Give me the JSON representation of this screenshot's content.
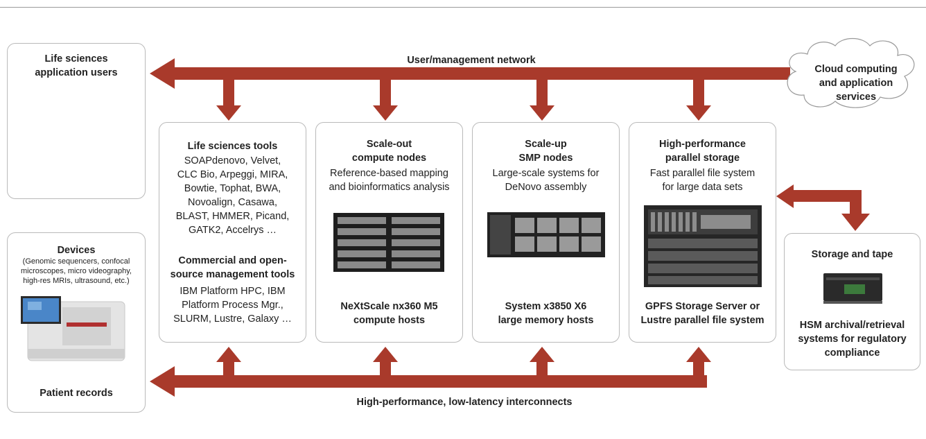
{
  "network_top_label": "User/management network",
  "network_bottom_label": "High-performance, low-latency interconnects",
  "cloud_label": [
    "Cloud computing",
    "and application",
    "services"
  ],
  "users_box": {
    "title": [
      "Life sciences",
      "application users"
    ]
  },
  "devices_box": {
    "title": "Devices",
    "subtitle": [
      "(Genomic sequencers, confocal",
      "microscopes, micro videography,",
      "high-res MRIs, ultrasound, etc.)"
    ],
    "footer": "Patient records"
  },
  "storage_tape_box": {
    "title": "Storage and tape",
    "footer": [
      "HSM archival/retrieval",
      "systems for regulatory",
      "compliance"
    ]
  },
  "tools_box": {
    "title": "Life sciences tools",
    "tools_list": [
      "SOAPdenovo, Velvet,",
      "CLC Bio, Arpeggi, MIRA,",
      "Bowtie, Tophat, BWA,",
      "Novoalign, Casawa,",
      "BLAST, HMMER, Picand,",
      "GATK2, Accelrys …"
    ],
    "mgmt_title": [
      "Commercial and open-",
      "source management tools"
    ],
    "mgmt_list": [
      "IBM Platform HPC, IBM",
      "Platform Process Mgr.,",
      "SLURM, Lustre, Galaxy …"
    ]
  },
  "scaleout_box": {
    "title": [
      "Scale-out",
      "compute nodes"
    ],
    "desc": [
      "Reference-based mapping",
      "and bioinformatics analysis"
    ],
    "footer": [
      "NeXtScale nx360 M5",
      "compute hosts"
    ]
  },
  "scaleup_box": {
    "title": [
      "Scale-up",
      "SMP nodes"
    ],
    "desc": [
      "Large-scale systems for",
      "DeNovo assembly"
    ],
    "footer": [
      "System x3850 X6",
      "large memory hosts"
    ]
  },
  "storage_box": {
    "title": [
      "High-performance",
      "parallel storage"
    ],
    "desc": [
      "Fast parallel file system",
      "for large data sets"
    ],
    "footer": [
      "GPFS Storage Server or",
      "Lustre parallel file system"
    ]
  },
  "colors": {
    "arrow": "#a93a2b",
    "person": "#f2b705",
    "box_border": "#b9b9b9"
  }
}
